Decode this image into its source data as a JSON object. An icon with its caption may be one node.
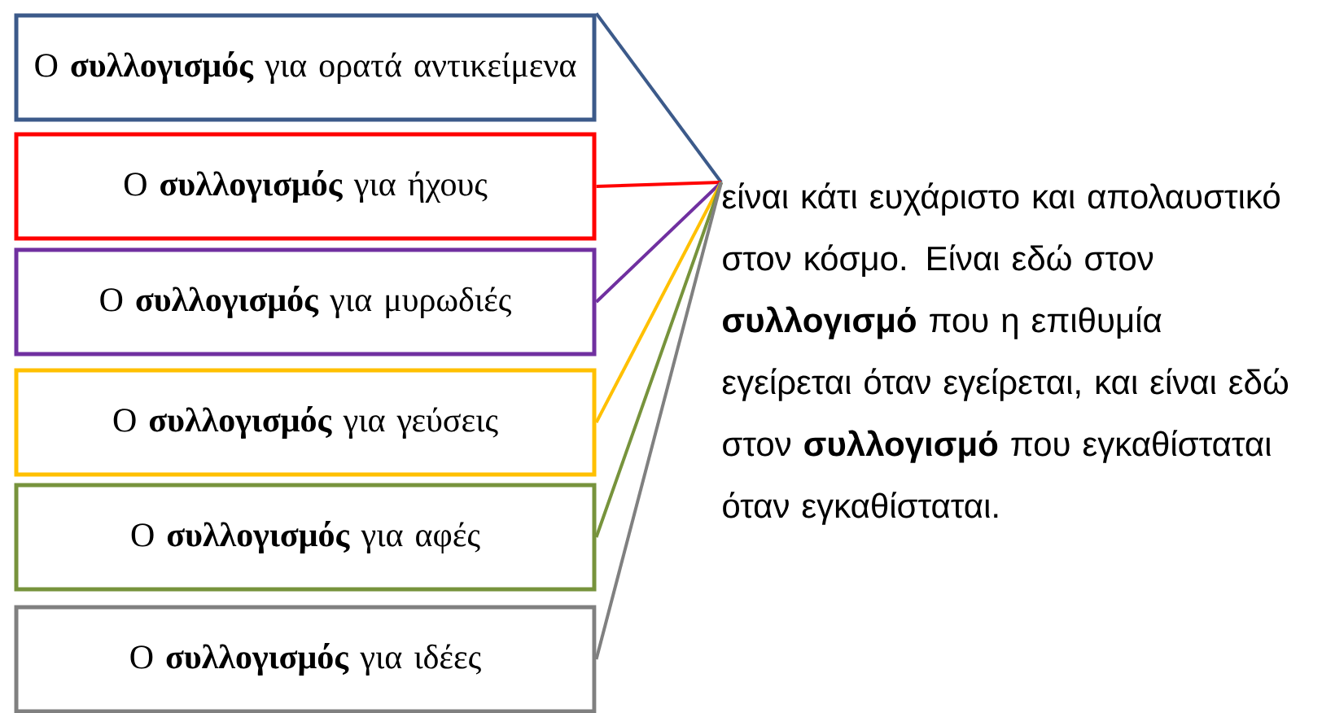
{
  "diagram": {
    "nodes": [
      {
        "text": [
          "Ο **συλλογισμός** για ορατά αντικείμενα"
        ]
      },
      {
        "text": [
          "Ο **συλλογισμός** για ήχους"
        ]
      },
      {
        "text": [
          "Ο **συλλογισμός** για μυρωδιές"
        ]
      },
      {
        "text": [
          "Ο **συλλογισμός** για γεύσεις"
        ]
      },
      {
        "text": [
          "Ο **συλλογισμός** για αφές"
        ]
      },
      {
        "text": [
          "Ο **συλλογισμός** για ιδέες"
        ]
      },
      {
        "text": [
          "είναι κάτι ευχάριστο και απολαυστικό στον κόσμο. Είναι εδώ στον **συλλογισμό** που η επιθυμία εγείρεται όταν εγείρεται, και είναι εδώ στον **συλλογισμό** που εγκαθίσταται όταν εγκαθίσταται."
        ]
      }
    ],
    "edges": [
      {
        "from": 0,
        "to": 6,
        "arrow": "none",
        "color": "#3c5a8a"
      },
      {
        "from": 1,
        "to": 6,
        "arrow": "none",
        "color": "#ff0000"
      },
      {
        "from": 2,
        "to": 6,
        "arrow": "none",
        "color": "#7030a0"
      },
      {
        "from": 3,
        "to": 6,
        "arrow": "none",
        "color": "#ffc000"
      },
      {
        "from": 4,
        "to": 6,
        "arrow": "none",
        "color": "#77933c"
      },
      {
        "from": 5,
        "to": 6,
        "arrow": "none",
        "color": "#808080"
      }
    ]
  }
}
